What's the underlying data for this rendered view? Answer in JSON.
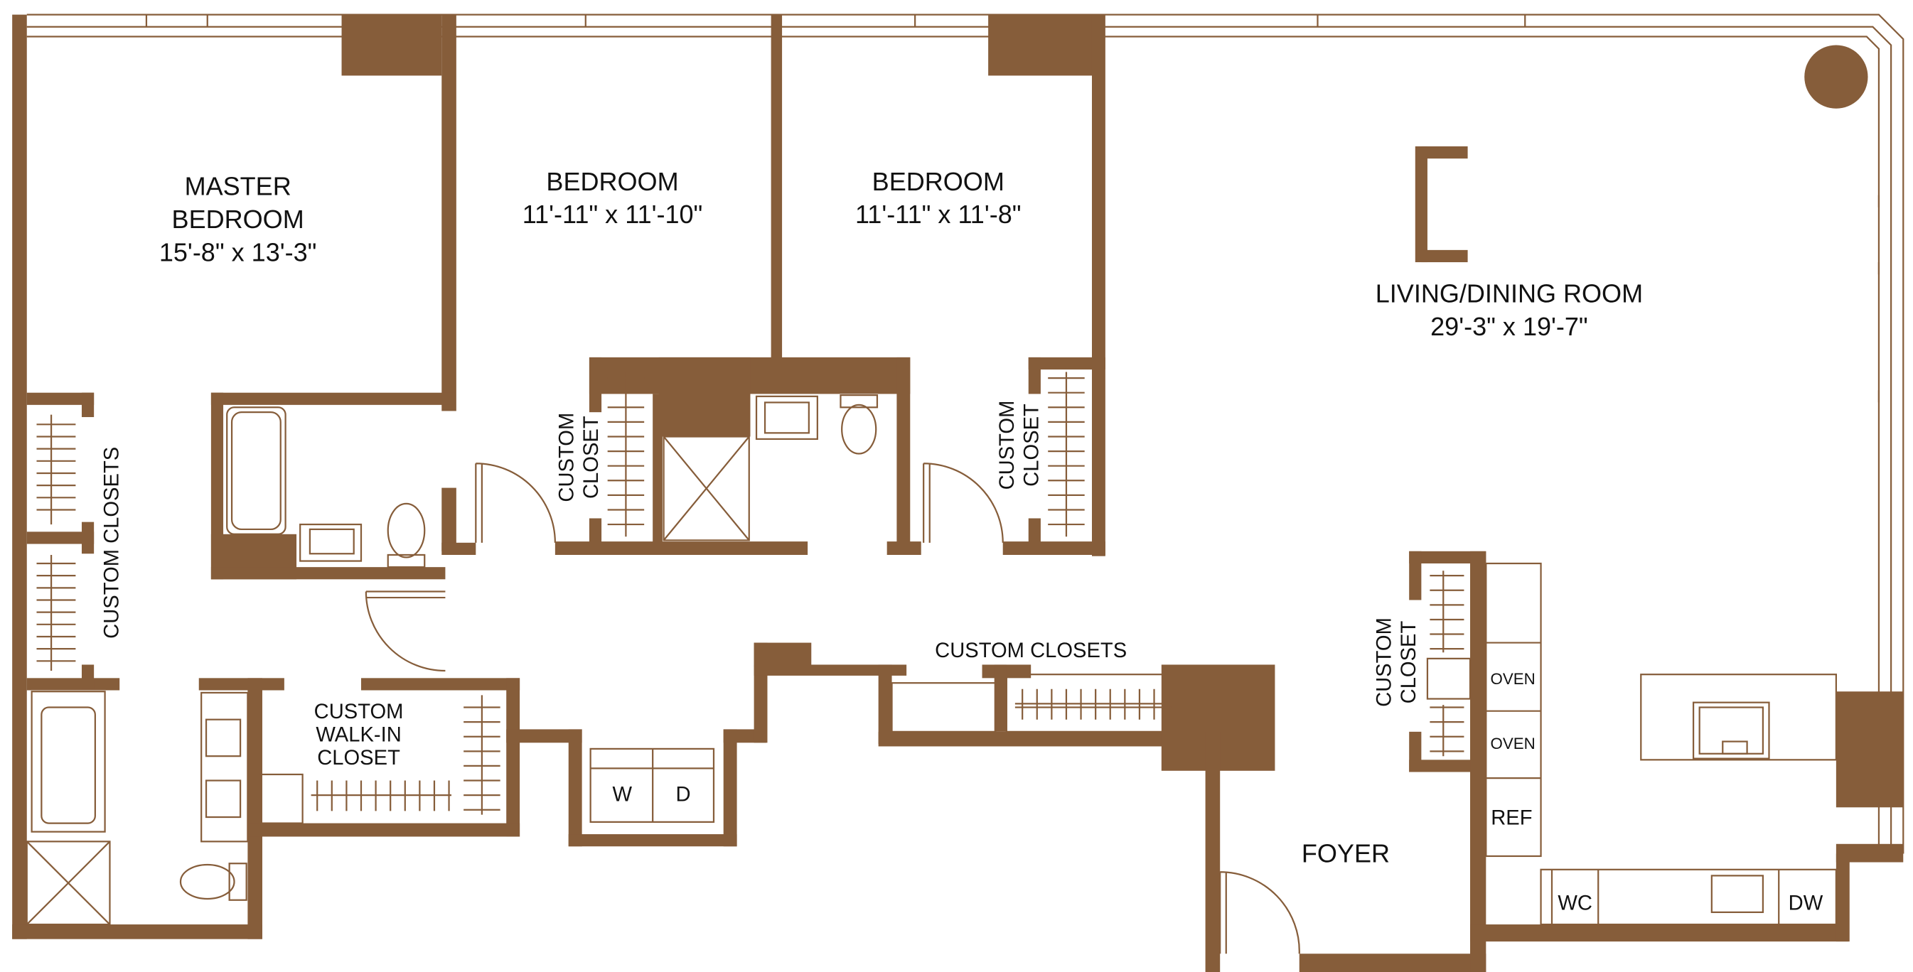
{
  "rooms": {
    "master": {
      "name1": "MASTER",
      "name2": "BEDROOM",
      "dims": "15'-8\" x 13'-3\""
    },
    "bedroom1": {
      "name": "BEDROOM",
      "dims": "11'-11\" x 11'-10\""
    },
    "bedroom2": {
      "name": "BEDROOM",
      "dims": "11'-11\" x 11'-8\""
    },
    "living": {
      "name": "LIVING/DINING ROOM",
      "dims": "29'-3\" x 19'-7\""
    },
    "foyer": {
      "name": "FOYER"
    }
  },
  "closets": {
    "custom_closets_left": "CUSTOM CLOSETS",
    "custom_closet_b1_1": "CUSTOM",
    "custom_closet_b1_2": "CLOSET",
    "custom_closet_b2_1": "CUSTOM",
    "custom_closet_b2_2": "CLOSET",
    "walkin_1": "CUSTOM",
    "walkin_2": "WALK-IN",
    "walkin_3": "CLOSET",
    "hall_closets": "CUSTOM CLOSETS",
    "foyer_closet_1": "CUSTOM",
    "foyer_closet_2": "CLOSET"
  },
  "appliances": {
    "washer": "W",
    "dryer": "D",
    "oven1": "OVEN",
    "oven2": "OVEN",
    "ref": "REF",
    "wc": "WC",
    "dw": "DW"
  },
  "colors": {
    "wall": "#865D3A"
  }
}
